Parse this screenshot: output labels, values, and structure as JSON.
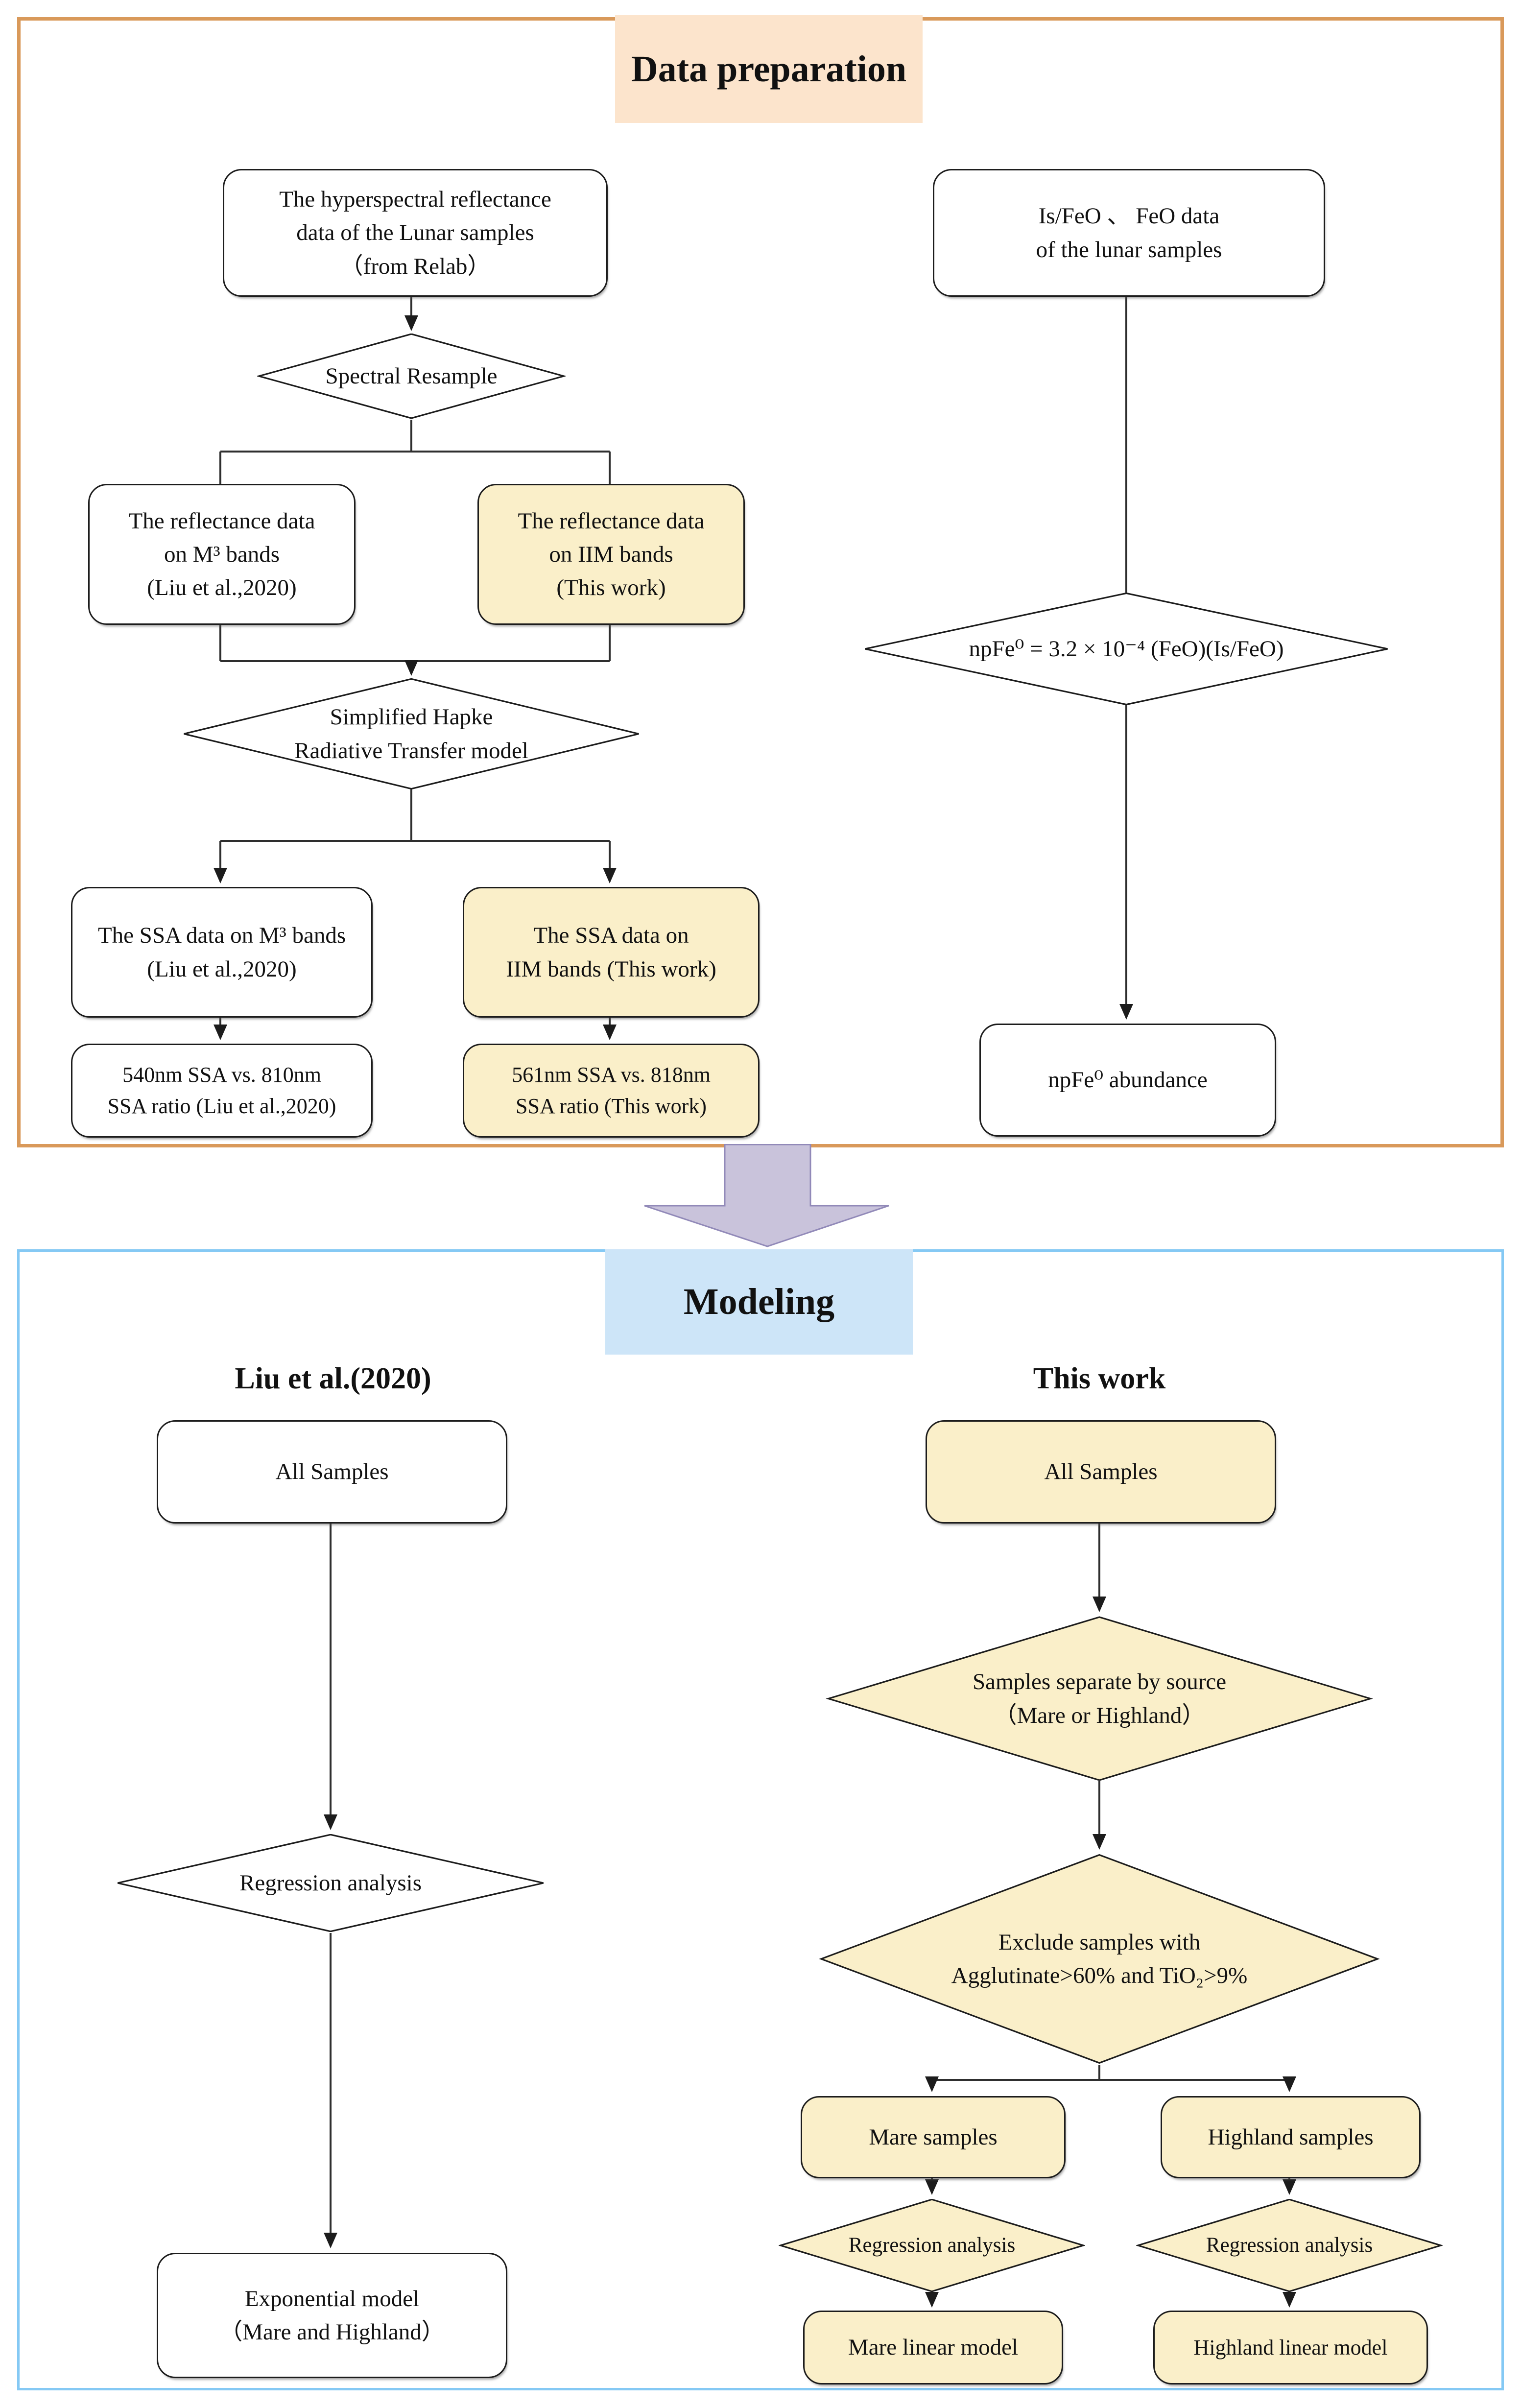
{
  "colors": {
    "highlight_fill": "#FAEFC9",
    "prep_title_fill": "#FCE4CC",
    "modeling_title_fill": "#CDE5F8",
    "prep_border": "#D9995A",
    "modeling_border": "#85C9F4",
    "flow_arrow_fill": "#C9C3DB",
    "flow_arrow_border": "#9189B8"
  },
  "prep": {
    "title": "Data preparation",
    "box_hyperspectral": "The hyperspectral reflectance\ndata of the Lunar samples\n（from Relab）",
    "diamond_resample": "Spectral Resample",
    "box_reflectance_m3": "The reflectance data\non M³ bands\n(Liu et al.,2020)",
    "box_reflectance_iim": "The reflectance data\non IIM bands\n(This work)",
    "diamond_hapke": "Simplified Hapke\nRadiative Transfer model",
    "box_ssa_m3": "The SSA data on M³ bands\n(Liu et al.,2020)",
    "box_ssa_iim": "The SSA data on\nIIM bands (This work)",
    "box_ratio_m3": "540nm SSA vs. 810nm\nSSA ratio (Liu et al.,2020)",
    "box_ratio_iim": "561nm SSA vs. 818nm\nSSA ratio (This work)",
    "box_isfeo": "Is/FeO 、 FeO data\nof the lunar samples",
    "diamond_npfe_formula": "npFe⁰ = 3.2 × 10⁻⁴ (FeO)(Is/FeO)",
    "box_npfe_abundance": "npFe⁰ abundance"
  },
  "modeling": {
    "title": "Modeling",
    "liu_header": "Liu et al.(2020)",
    "liu_all_samples": "All Samples",
    "liu_regression": "Regression analysis",
    "liu_model": "Exponential model\n（Mare and Highland）",
    "work_header": "This work",
    "work_all_samples": "All Samples",
    "work_separate": "Samples separate by source\n（Mare or Highland）",
    "work_exclude": "Exclude samples with\nAgglutinate>60% and TiO₂>9%",
    "work_mare_samples": "Mare samples",
    "work_highland_samples": "Highland samples",
    "work_mare_regression": "Regression analysis",
    "work_highland_regression": "Regression analysis",
    "work_mare_model": "Mare linear model",
    "work_highland_model": "Highland linear model"
  }
}
